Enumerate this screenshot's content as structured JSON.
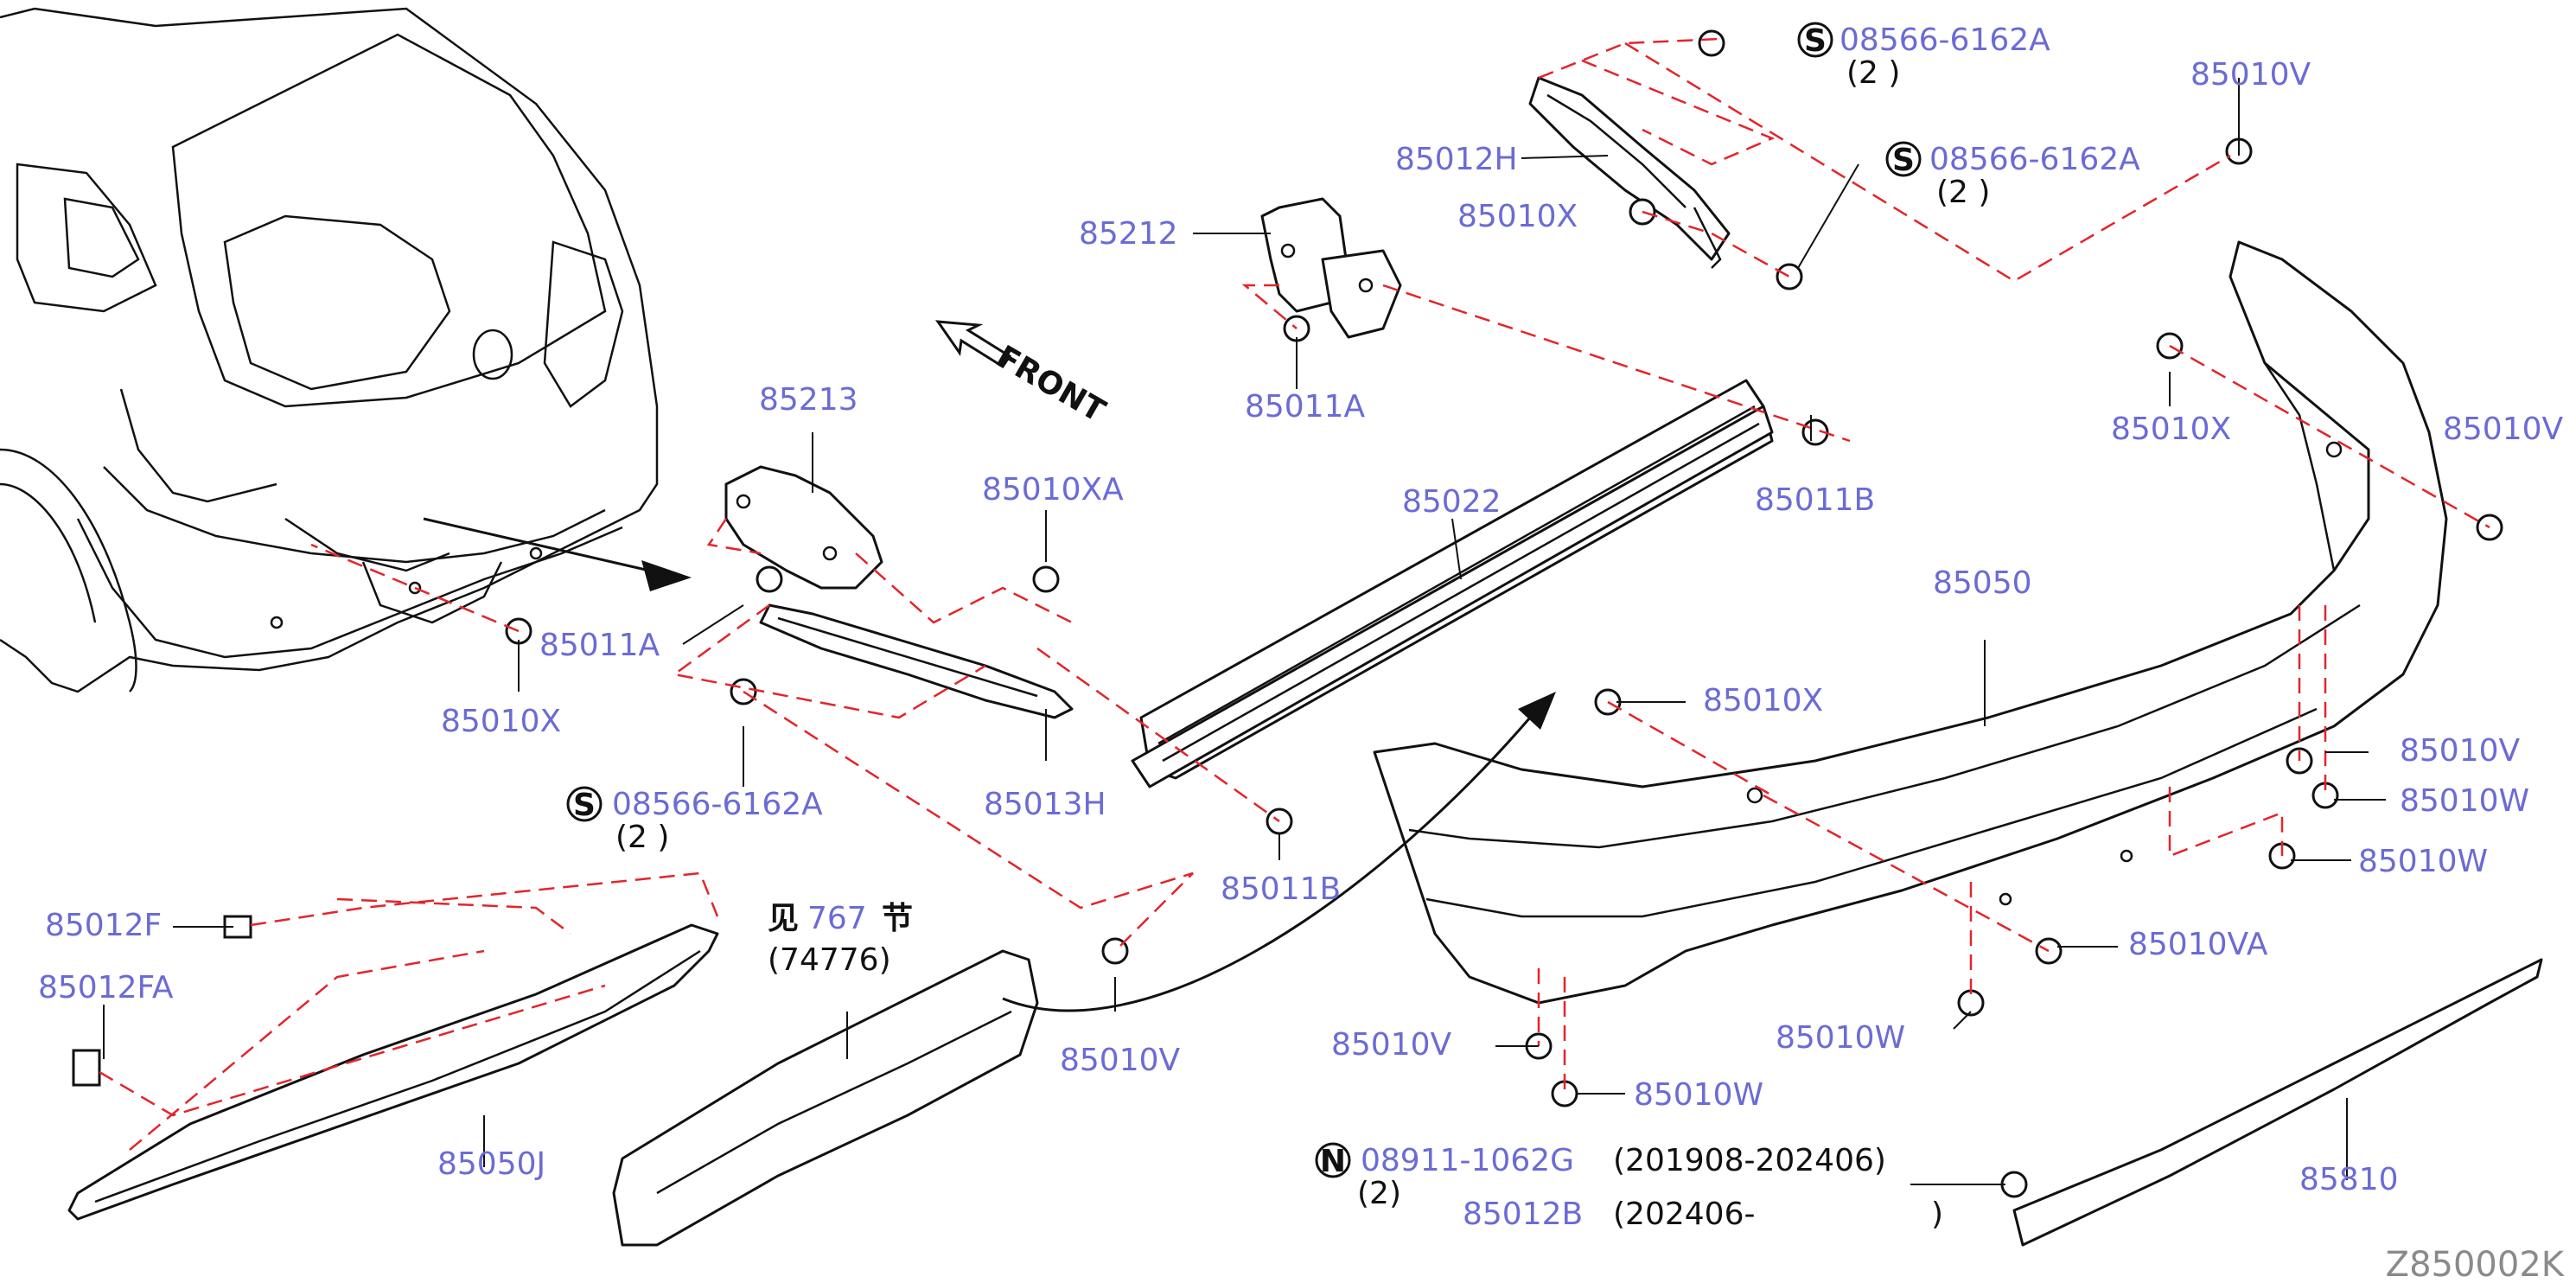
{
  "diagram_id": "Z850002K",
  "direction_label": "FRONT",
  "see_section": {
    "prefix": "见",
    "number": "767",
    "suffix": "节",
    "code": "(74776)"
  },
  "labels": {
    "p85012H": "85012H",
    "p85010X_top": "85010X",
    "p85212": "85212",
    "p85011A_top": "85011A",
    "p85213": "85213",
    "p85010XA": "85010XA",
    "p85011A_left": "85011A",
    "p85010X_left": "85010X",
    "p85022": "85022",
    "p85011B_top": "85011B",
    "p85013H": "85013H",
    "p85011B_mid": "85011B",
    "p85010V_top": "85010V",
    "p85010X_right": "85010X",
    "p85010V_right": "85010V",
    "p85050": "85050",
    "p85010X_mid": "85010X",
    "p85010V_r1": "85010V",
    "p85010W_r1": "85010W",
    "p85010W_r2": "85010W",
    "p85010VA": "85010VA",
    "p85010W_low": "85010W",
    "p85010V_bot": "85010V",
    "p85010W_bot": "85010W",
    "p85012F": "85012F",
    "p85012FA": "85012FA",
    "p85050J": "85050J",
    "p85010V_center": "85010V",
    "p85810": "85810"
  },
  "screws": {
    "s1": {
      "symbol": "S",
      "number": "08566-6162A",
      "qty": "(2 )"
    },
    "s2": {
      "symbol": "S",
      "number": "08566-6162A",
      "qty": "(2 )"
    },
    "s3": {
      "symbol": "S",
      "number": "08566-6162A",
      "qty": "(2 )"
    }
  },
  "nut": {
    "symbol": "N",
    "number": "08911-1062G",
    "qty": "(2)",
    "range1": "(201908-202406)",
    "alt_number": "85012B",
    "range2": "(202406-",
    "range2_close": ")"
  }
}
